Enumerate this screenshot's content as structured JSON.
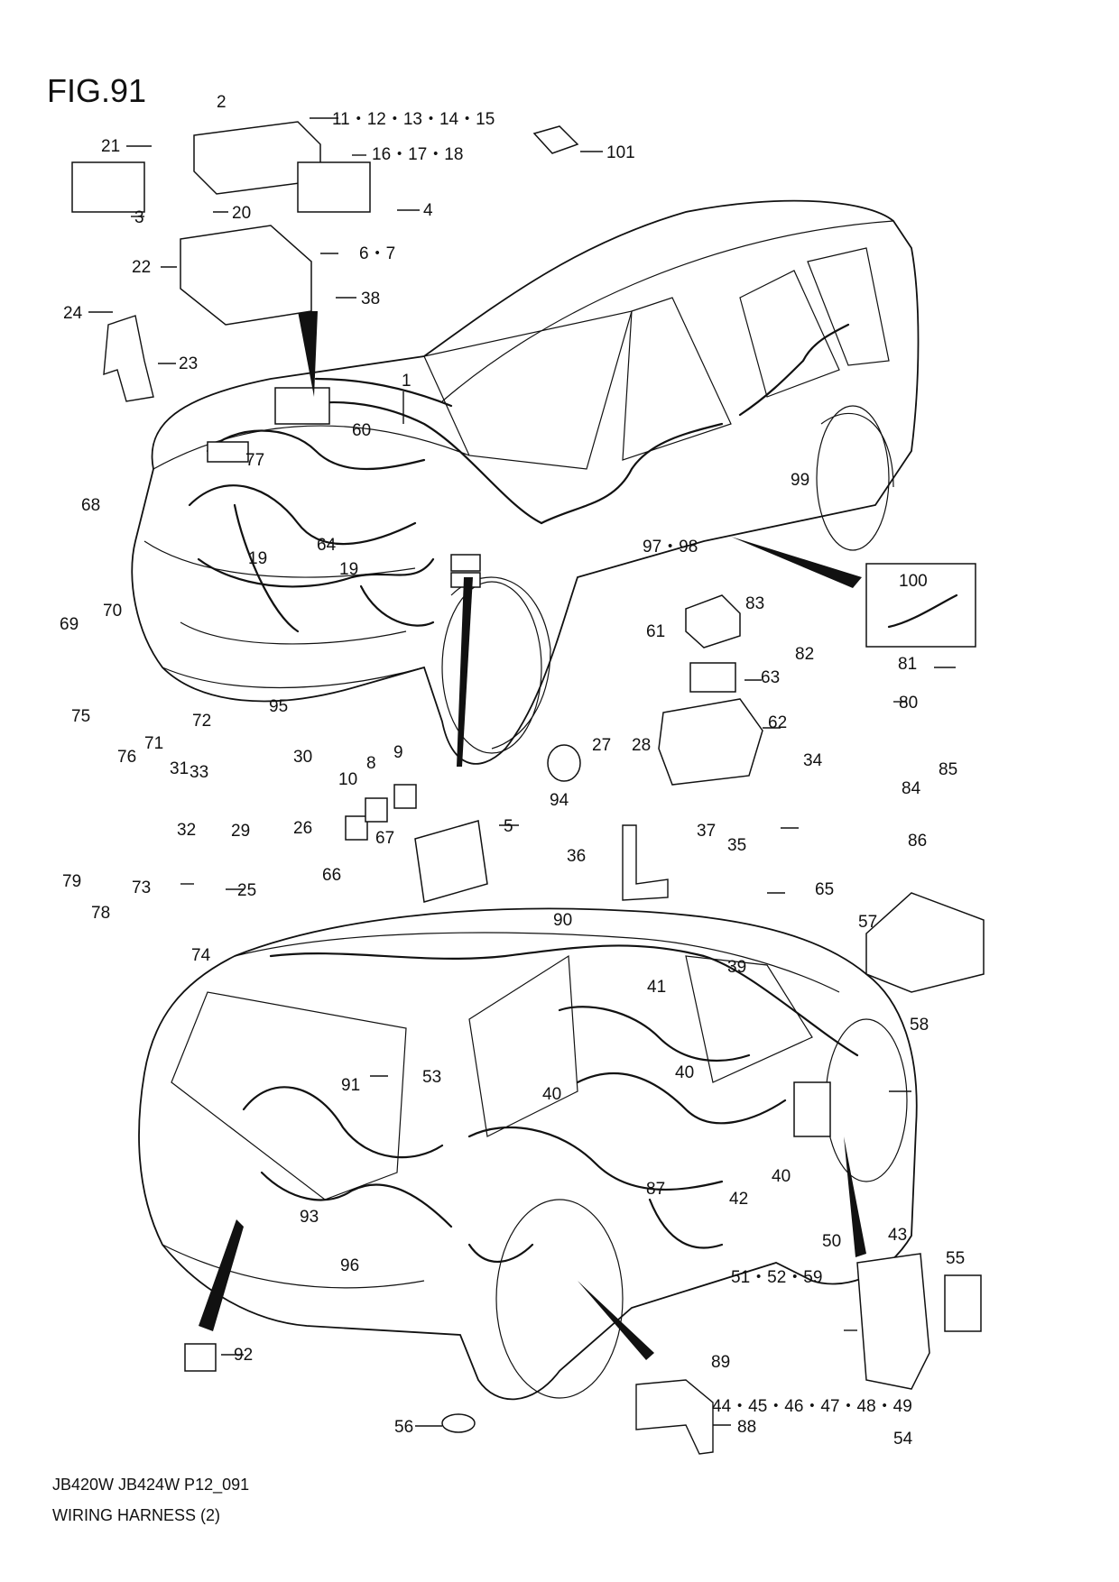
{
  "figure": {
    "title": "FIG.91",
    "footer_line1": "JB420W JB424W P12_091",
    "footer_line2": "WIRING HARNESS (2)"
  },
  "callouts": {
    "c1": "1",
    "c2": "2",
    "c3": "3",
    "c4": "4",
    "c5": "5",
    "c6_7": "6・7",
    "c8": "8",
    "c9": "9",
    "c10": "10",
    "c11_15": "11・12・13・14・15",
    "c16_18": "16・17・18",
    "c19a": "19",
    "c19b": "19",
    "c20": "20",
    "c21": "21",
    "c22": "22",
    "c23": "23",
    "c24": "24",
    "c25": "25",
    "c26": "26",
    "c27": "27",
    "c28": "28",
    "c29": "29",
    "c30": "30",
    "c31": "31",
    "c32": "32",
    "c33": "33",
    "c34": "34",
    "c35": "35",
    "c36": "36",
    "c37": "37",
    "c38": "38",
    "c39": "39",
    "c40a": "40",
    "c40b": "40",
    "c40c": "40",
    "c41": "41",
    "c42": "42",
    "c43": "43",
    "c44_49": "44・45・46・47・48・49",
    "c50": "50",
    "c51_59": "51・52・59",
    "c53": "53",
    "c54": "54",
    "c55": "55",
    "c56": "56",
    "c57": "57",
    "c58": "58",
    "c60": "60",
    "c61": "61",
    "c62": "62",
    "c63": "63",
    "c64": "64",
    "c65": "65",
    "c66": "66",
    "c67": "67",
    "c68": "68",
    "c69": "69",
    "c70": "70",
    "c71": "71",
    "c72": "72",
    "c73": "73",
    "c74": "74",
    "c75": "75",
    "c76": "76",
    "c77": "77",
    "c78": "78",
    "c79": "79",
    "c80": "80",
    "c81": "81",
    "c82": "82",
    "c83": "83",
    "c84": "84",
    "c85": "85",
    "c86": "86",
    "c87": "87",
    "c88": "88",
    "c89": "89",
    "c90": "90",
    "c91": "91",
    "c92": "92",
    "c93": "93",
    "c94": "94",
    "c95": "95",
    "c96": "96",
    "c97_98": "97・98",
    "c99": "99",
    "c100": "100",
    "c101": "101"
  }
}
